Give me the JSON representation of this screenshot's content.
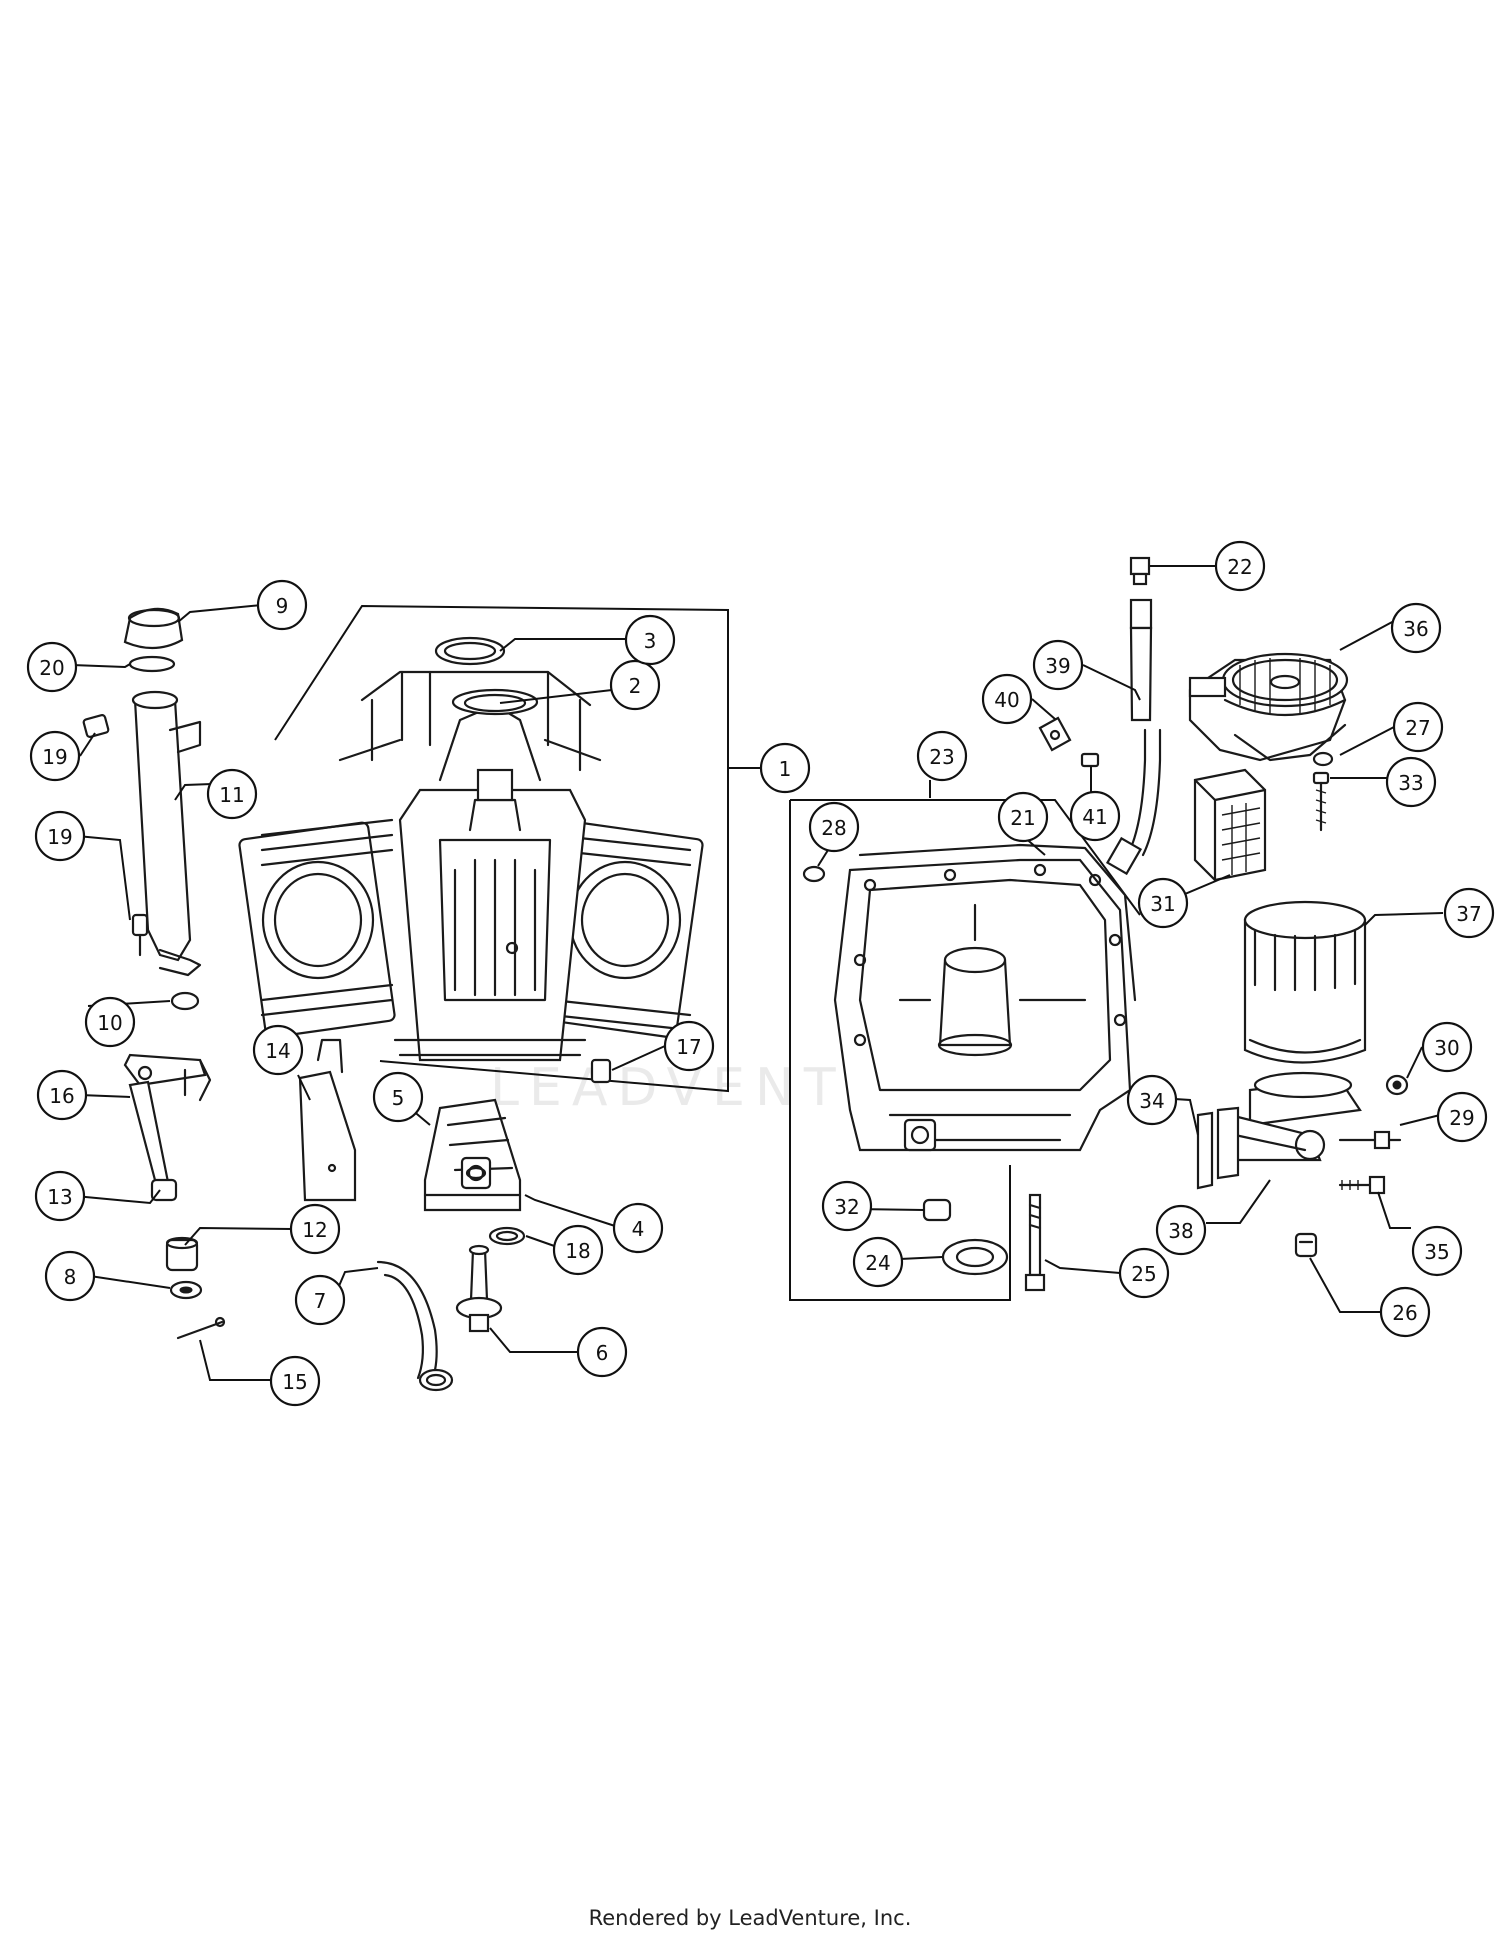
{
  "footer": "Rendered by LeadVenture, Inc.",
  "watermark": "LEADVENTURE",
  "callouts": [
    {
      "id": "c1",
      "label": "1"
    },
    {
      "id": "c2",
      "label": "2"
    },
    {
      "id": "c3",
      "label": "3"
    },
    {
      "id": "c4",
      "label": "4"
    },
    {
      "id": "c5",
      "label": "5"
    },
    {
      "id": "c6",
      "label": "6"
    },
    {
      "id": "c7",
      "label": "7"
    },
    {
      "id": "c8",
      "label": "8"
    },
    {
      "id": "c9",
      "label": "9"
    },
    {
      "id": "c10",
      "label": "10"
    },
    {
      "id": "c11",
      "label": "11"
    },
    {
      "id": "c12",
      "label": "12"
    },
    {
      "id": "c13",
      "label": "13"
    },
    {
      "id": "c14",
      "label": "14"
    },
    {
      "id": "c15",
      "label": "15"
    },
    {
      "id": "c16",
      "label": "16"
    },
    {
      "id": "c17",
      "label": "17"
    },
    {
      "id": "c18",
      "label": "18"
    },
    {
      "id": "c19a",
      "label": "19"
    },
    {
      "id": "c19b",
      "label": "19"
    },
    {
      "id": "c20",
      "label": "20"
    },
    {
      "id": "c21",
      "label": "21"
    },
    {
      "id": "c22",
      "label": "22"
    },
    {
      "id": "c23",
      "label": "23"
    },
    {
      "id": "c24",
      "label": "24"
    },
    {
      "id": "c25",
      "label": "25"
    },
    {
      "id": "c26",
      "label": "26"
    },
    {
      "id": "c27",
      "label": "27"
    },
    {
      "id": "c28",
      "label": "28"
    },
    {
      "id": "c29",
      "label": "29"
    },
    {
      "id": "c30",
      "label": "30"
    },
    {
      "id": "c31",
      "label": "31"
    },
    {
      "id": "c32",
      "label": "32"
    },
    {
      "id": "c33",
      "label": "33"
    },
    {
      "id": "c34",
      "label": "34"
    },
    {
      "id": "c35",
      "label": "35"
    },
    {
      "id": "c36",
      "label": "36"
    },
    {
      "id": "c37",
      "label": "37"
    },
    {
      "id": "c38",
      "label": "38"
    },
    {
      "id": "c39",
      "label": "39"
    },
    {
      "id": "c40",
      "label": "40"
    },
    {
      "id": "c41",
      "label": "41"
    }
  ]
}
